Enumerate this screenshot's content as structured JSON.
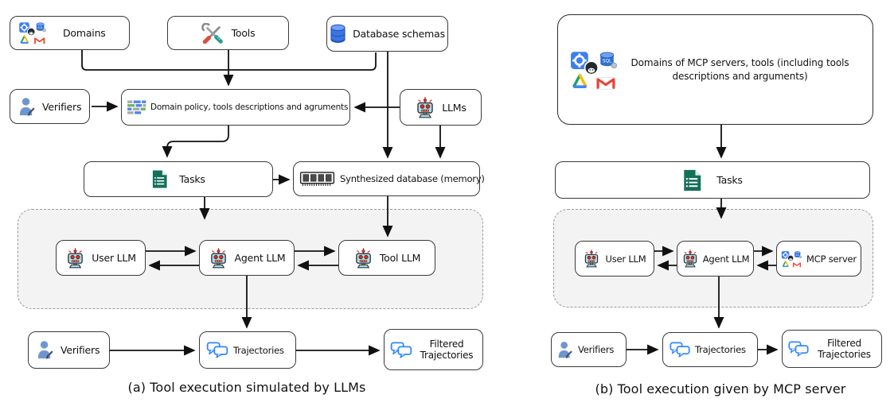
{
  "panel_a": {
    "caption": "(a) Tool execution simulated by LLMs",
    "nodes": {
      "domains": {
        "label": "Domains",
        "icon": "app-cluster-icon"
      },
      "tools": {
        "label": "Tools",
        "icon": "crossed-tools-icon"
      },
      "database_schemas": {
        "label": "Database schemas",
        "icon": "database-icon"
      },
      "verifiers_top": {
        "label": "Verifiers",
        "icon": "person-pencil-icon"
      },
      "domain_policy": {
        "label": "Domain policy, tools descriptions and agruments",
        "icon": "policy-blocks-icon"
      },
      "llms": {
        "label": "LLMs",
        "icon": "robot-icon"
      },
      "tasks": {
        "label": "Tasks",
        "icon": "task-document-icon"
      },
      "synthesized_database": {
        "label": "Synthesized database (memory)",
        "icon": "memory-ram-icon"
      },
      "user_llm": {
        "label": "User LLM",
        "icon": "robot-icon"
      },
      "agent_llm": {
        "label": "Agent LLM",
        "icon": "robot-icon"
      },
      "tool_llm": {
        "label": "Tool LLM",
        "icon": "robot-icon"
      },
      "verifiers_bottom": {
        "label": "Verifiers",
        "icon": "person-pencil-icon"
      },
      "trajectories": {
        "label": "Trajectories",
        "icon": "chat-bubbles-icon"
      },
      "filtered_trajectories": {
        "label": "Filtered Trajectories",
        "icon": "chat-bubbles-icon"
      }
    },
    "edges": [
      {
        "from": "domains",
        "to": "domain_policy"
      },
      {
        "from": "tools",
        "to": "domain_policy"
      },
      {
        "from": "database_schemas",
        "to": "domain_policy"
      },
      {
        "from": "verifiers_top",
        "to": "domain_policy"
      },
      {
        "from": "llms",
        "to": "domain_policy"
      },
      {
        "from": "domain_policy",
        "to": "tasks"
      },
      {
        "from": "tasks",
        "to": "synthesized_database"
      },
      {
        "from": "database_schemas",
        "to": "synthesized_database"
      },
      {
        "from": "llms",
        "to": "synthesized_database"
      },
      {
        "from": "tasks",
        "to": "simulation_sandbox"
      },
      {
        "from": "synthesized_database",
        "to": "tool_llm"
      },
      {
        "from": "user_llm",
        "to": "agent_llm",
        "bidirectional": true
      },
      {
        "from": "agent_llm",
        "to": "tool_llm",
        "bidirectional": true
      },
      {
        "from": "agent_llm",
        "to": "trajectories"
      },
      {
        "from": "verifiers_bottom",
        "to": "trajectories"
      },
      {
        "from": "trajectories",
        "to": "filtered_trajectories"
      }
    ]
  },
  "panel_b": {
    "caption": "(b) Tool execution given by MCP server",
    "nodes": {
      "domains_mcp": {
        "label": "Domains of MCP servers, tools (including tools descriptions and arguments)",
        "icon": "app-cluster-icon"
      },
      "tasks": {
        "label": "Tasks",
        "icon": "task-document-icon"
      },
      "user_llm": {
        "label": "User LLM",
        "icon": "robot-icon"
      },
      "agent_llm": {
        "label": "Agent LLM",
        "icon": "robot-icon"
      },
      "mcp_server": {
        "label": "MCP server",
        "icon": "app-cluster-icon"
      },
      "verifiers": {
        "label": "Verifiers",
        "icon": "person-pencil-icon"
      },
      "trajectories": {
        "label": "Trajectories",
        "icon": "chat-bubbles-icon"
      },
      "filtered_trajectories": {
        "label": "Filtered Trajectories",
        "icon": "chat-bubbles-icon"
      }
    },
    "edges": [
      {
        "from": "domains_mcp",
        "to": "tasks"
      },
      {
        "from": "tasks",
        "to": "sandbox"
      },
      {
        "from": "user_llm",
        "to": "agent_llm",
        "bidirectional": true
      },
      {
        "from": "agent_llm",
        "to": "mcp_server",
        "bidirectional": true
      },
      {
        "from": "agent_llm",
        "to": "trajectories"
      },
      {
        "from": "verifiers",
        "to": "trajectories"
      },
      {
        "from": "trajectories",
        "to": "filtered_trajectories"
      }
    ]
  },
  "colors": {
    "line": "#111111",
    "box_border": "#3a3a3a",
    "dashed_fill": "#f3f3f3",
    "dashed_border": "#9a9a9a",
    "robot_body": "#a8def2",
    "task_doc_green": "#15705a",
    "bubble_blue": "#2f88ff",
    "person_blue": "#6d96cf",
    "database_blue": "#3b76e0",
    "gmail_red": "#ea4335",
    "gear_app_blue": "#3d7ef0"
  }
}
